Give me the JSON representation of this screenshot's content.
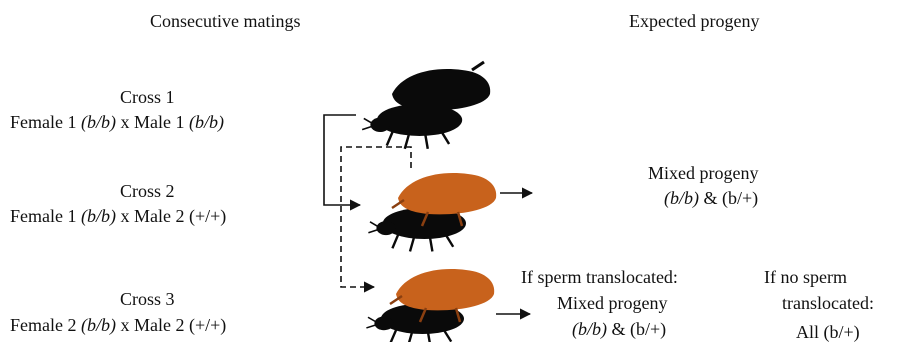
{
  "headers": {
    "left": "Consecutive matings",
    "right": "Expected progeny"
  },
  "crosses": [
    {
      "title": "Cross 1",
      "female": "Female 1",
      "female_geno": "(b/b)",
      "x": "x",
      "male": "Male 1",
      "male_geno": "(b/b)"
    },
    {
      "title": "Cross 2",
      "female": "Female 1",
      "female_geno": "(b/b)",
      "x": "x",
      "male": "Male 2",
      "male_geno": "(+/+)"
    },
    {
      "title": "Cross 3",
      "female": "Female 2",
      "female_geno": "(b/b)",
      "x": "x",
      "male": "Male 2",
      "male_geno": "(+/+)"
    }
  ],
  "outcomes": {
    "cross2": {
      "line1": "Mixed progeny",
      "geno_a": "(b/b)",
      "amp": "&",
      "geno_b": "(b/+)"
    },
    "cross3_translocated": {
      "line1": "If sperm translocated:",
      "line2": "Mixed progeny",
      "geno_a": "(b/b)",
      "amp": "&",
      "geno_b": "(b/+)"
    },
    "cross3_not_translocated": {
      "line1": "If no sperm",
      "line2": "translocated:",
      "prefix": "All",
      "geno_b": "(b/+)"
    }
  },
  "colors": {
    "female_beetle": "#0a0a0a",
    "male_black": "#0a0a0a",
    "male_orange": "#c8621c",
    "line": "#111111"
  }
}
